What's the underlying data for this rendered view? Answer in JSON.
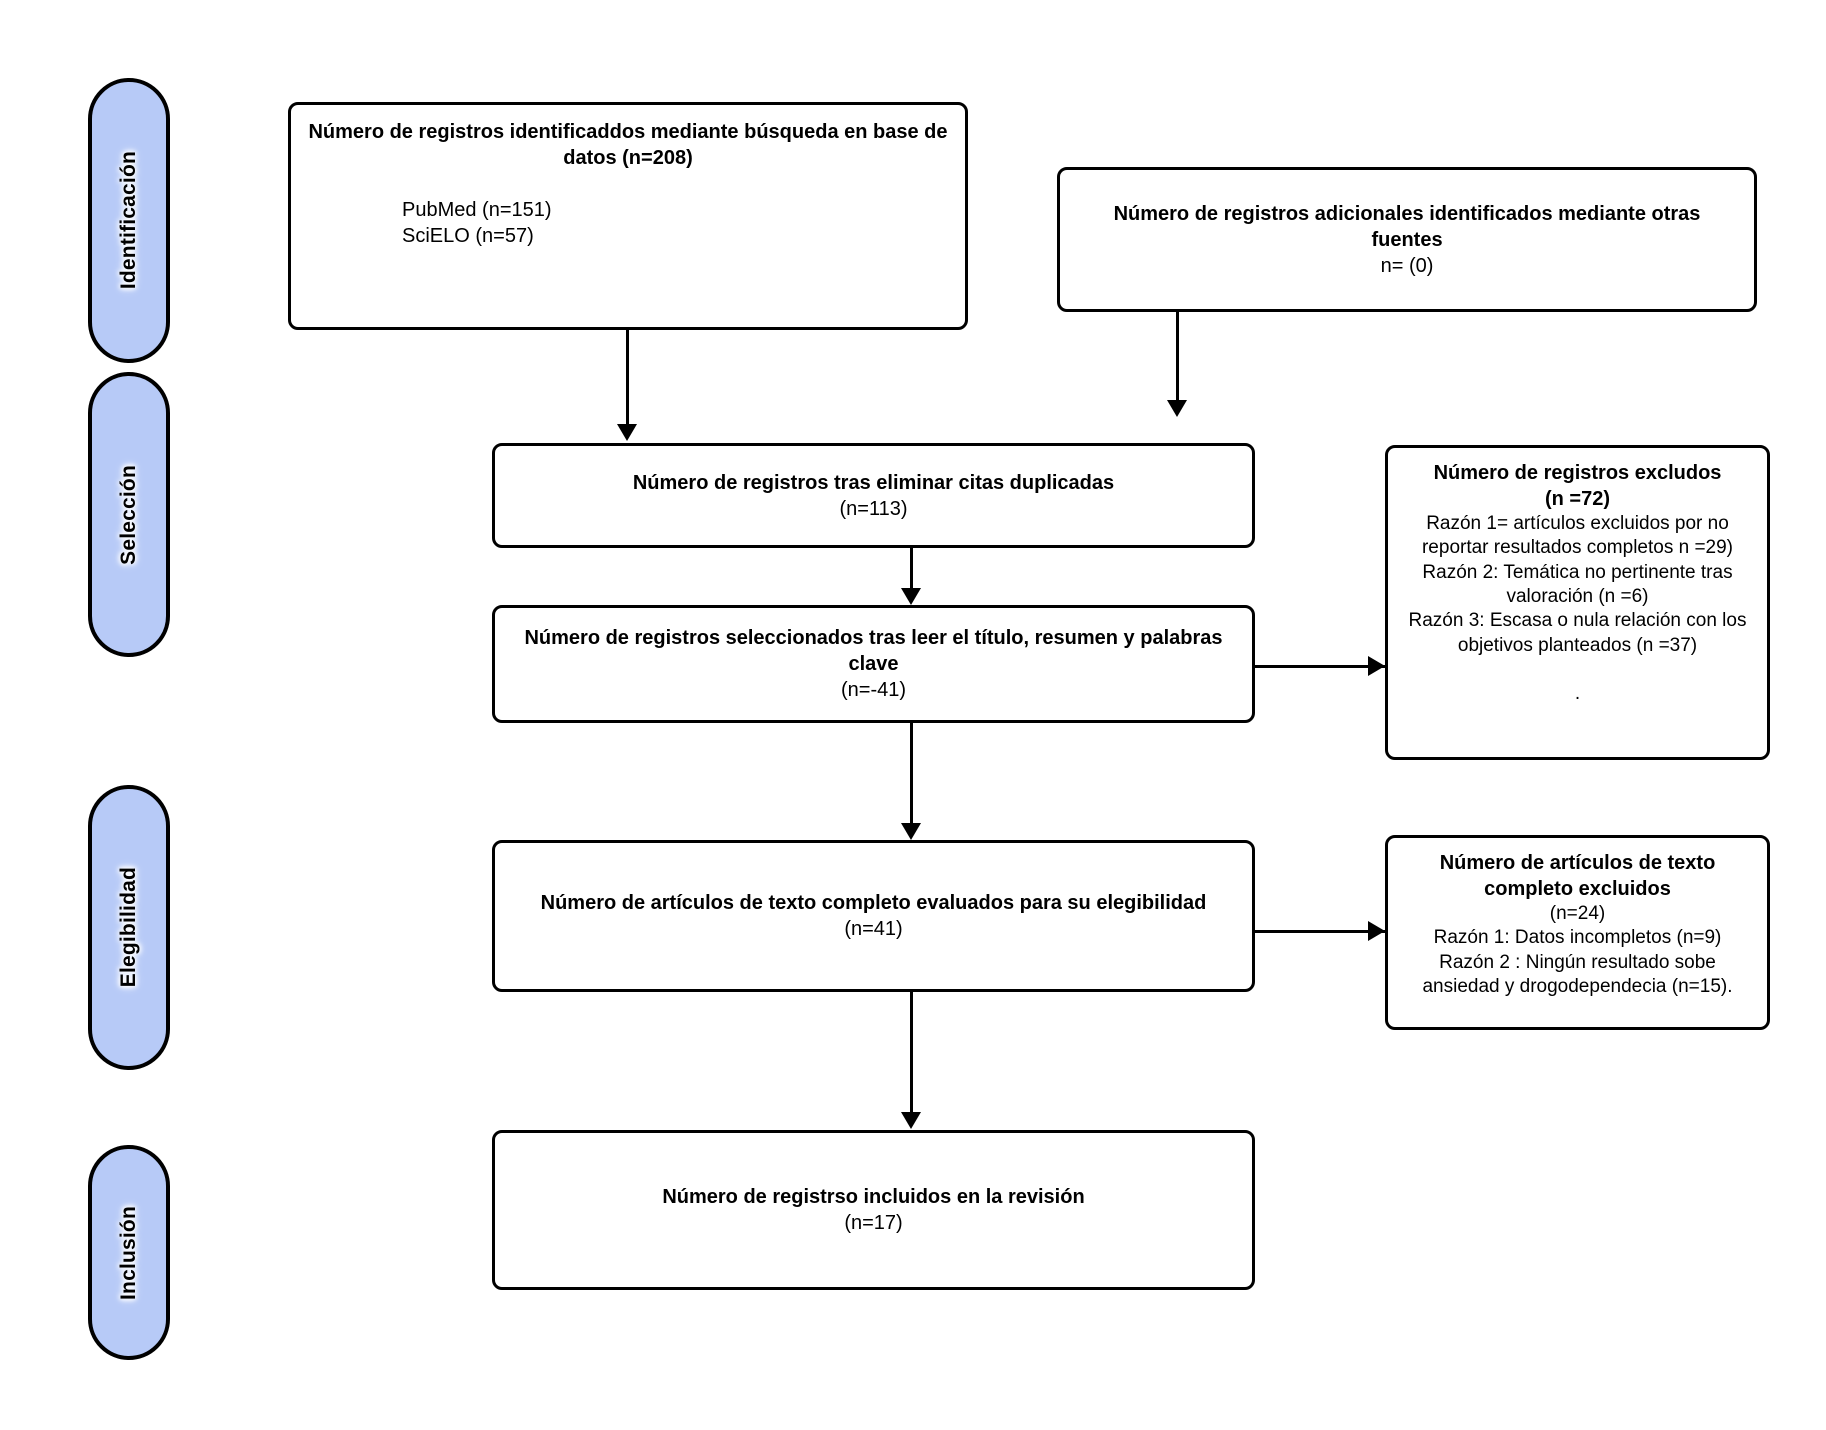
{
  "diagram": {
    "type": "prisma-flow-diagram",
    "language": "es",
    "accent_color": "#b7caf7",
    "border_color": "#000000",
    "background_color": "#ffffff"
  },
  "stages": [
    {
      "id": "identificacion",
      "label": "Identificación"
    },
    {
      "id": "seleccion",
      "label": "Selección"
    },
    {
      "id": "elegibilidad",
      "label": "Elegibilidad"
    },
    {
      "id": "inclusion",
      "label": "Inclusión"
    }
  ],
  "boxes": {
    "identified_db": {
      "title": "Número de registros identificaddos mediante búsqueda en base de datos (n=208)",
      "sources": "PubMed (n=151)\nSciELO (n=57)"
    },
    "identified_other": {
      "title": "Número de registros adicionales identificados mediante otras fuentes",
      "count": "n= (0)"
    },
    "after_duplicates": {
      "title": "Número de registros tras eliminar citas duplicadas",
      "count": "(n=113)"
    },
    "screened": {
      "title": "Número de registros seleccionados tras leer el título, resumen y palabras clave",
      "count": "(n=-41)"
    },
    "fulltext_assessed": {
      "title": "Número de artículos de texto completo evaluados para su elegibilidad",
      "count": "(n=41)"
    },
    "included": {
      "title": "Número de registrso incluidos en la revisión",
      "count": "(n=17)"
    },
    "records_excluded": {
      "title": "Número de registros excludos",
      "count": "(n =72)",
      "reasons": "Razón 1= artículos excluidos por no reportar resultados completos n =29)\nRazón 2: Temática no pertinente tras valoración (n =6)\nRazón 3:  Escasa o nula relación con los objetivos planteados (n =37)\n\n."
    },
    "fulltext_excluded": {
      "title": "Número de artículos de texto completo excluidos",
      "count": "(n=24)",
      "reasons": "Razón 1: Datos incompletos (n=9)\nRazón 2 : Ningún resultado sobe ansiedad y drogodependecia (n=15)."
    }
  }
}
